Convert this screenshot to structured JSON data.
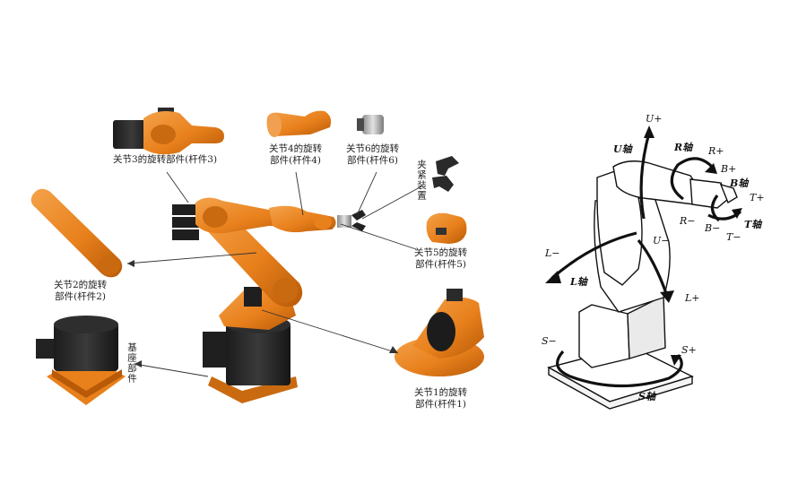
{
  "colors": {
    "orange": "#e8801c",
    "dark": "#2b2b2b",
    "steel": "#b8b8b8",
    "line": "#333333"
  },
  "left": {
    "labels": {
      "joint3": [
        "关节3的旋转部件(杆件3)"
      ],
      "joint4": [
        "关节4的旋转",
        "部件(杆件4)"
      ],
      "joint6": [
        "关节6的旋转",
        "部件(杆件6)"
      ],
      "gripper": "夹紧装置",
      "joint5": [
        "关节5的旋转",
        "部件(杆件5)"
      ],
      "joint2": [
        "关节2的旋转",
        "部件(杆件2)"
      ],
      "base": "基座部件",
      "joint1": [
        "关节1的旋转",
        "部件(杆件1)"
      ]
    }
  },
  "right": {
    "axes": {
      "u_plus": "U+",
      "u_axis": "U轴",
      "r_axis": "R轴",
      "r_plus": "R+",
      "b_plus": "B+",
      "b_axis": "B轴",
      "t_plus": "T+",
      "t_axis": "T轴",
      "r_minus": "R−",
      "b_minus": "B−",
      "t_minus": "T−",
      "u_minus": "U−",
      "l_minus": "L−",
      "l_axis": "L轴",
      "l_plus": "L+",
      "s_minus": "S−",
      "s_plus": "S+",
      "s_axis": "S轴"
    }
  }
}
